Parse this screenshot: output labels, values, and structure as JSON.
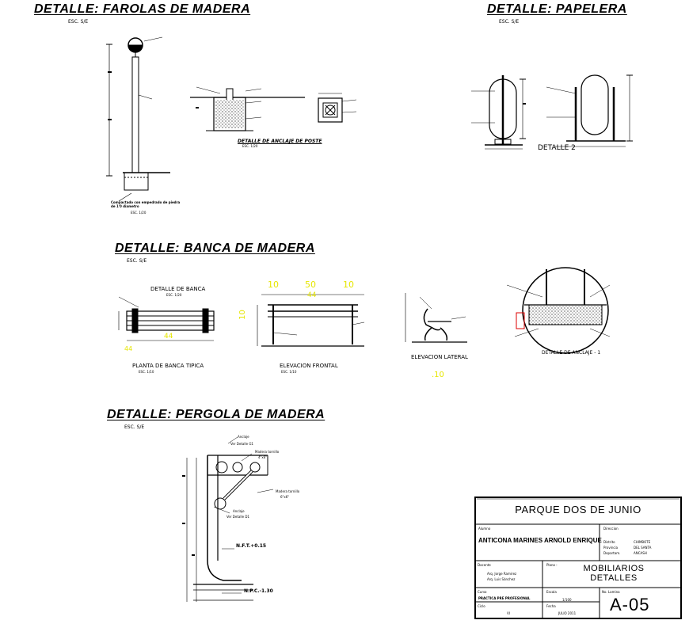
{
  "sections": {
    "farolas": {
      "title": "DETALLE: FAROLAS DE MADERA",
      "scale": "ESC. S/E"
    },
    "papelera": {
      "title": "DETALLE: PAPELERA",
      "scale": "ESC. S/E"
    },
    "banca": {
      "title": "DETALLE: BANCA DE MADERA",
      "scale": "ESC. S/E"
    },
    "pergola": {
      "title": "DETALLE: PERGOLA DE MADERA",
      "scale": "ESC. S/E"
    }
  },
  "farolas": {
    "anclaje_title": "DETALLE DE ANCLAJE DE POSTE",
    "anclaje_scale": "ESC. 1/20",
    "base_label": "Compactado con empedrado de piedra de 1'0 diametro",
    "base_scale": "ESC. 1/20"
  },
  "papelera": {
    "detalle2": "DETALLE 2"
  },
  "banca": {
    "detalle_banca": "DETALLE DE BANCA",
    "detalle_banca_scale": "ESC. 1/20",
    "planta": "PLANTA DE BANCA TIPICA",
    "planta_scale": "ESC. 1/10",
    "elevacion_frontal": "ELEVACION FRONTAL",
    "elevacion_frontal_scale": "ESC. 1/10",
    "elevacion_lateral": "ELEVACION LATERAL",
    "anclaje": "DETALLE DE ANCLAJE - 1",
    "dim_1": "10",
    "dim_2": "50",
    "dim_3": "10",
    "dim_4": "44",
    "dim_5": "44",
    "dim_6": "10",
    "dim_7": ".10",
    "dim_8": "44"
  },
  "pergola": {
    "anclaje_top": "Anclaje",
    "ver_g1": "Ver Detalle G1",
    "madera_tornillo_1": "Madera tornillo",
    "madera_dim_1": "4\"x6\"",
    "madera_tornillo_2": "Madera tornillo",
    "madera_dim_2": "6\"x6\"",
    "anclaje_mid": "Anclaje",
    "ver_d1": "Ver Detalle D1",
    "nft": "N.F.T.+0.15",
    "npc": "N.P.C.-1.30"
  },
  "title_block": {
    "project": "PARQUE DOS DE JUNIO",
    "owner_label": "Alumno",
    "owner": "ANTICONA MARINES ARNOLD ENRIQUE",
    "docente_label": "Docente",
    "docente_1": "Arq. Jorge Ramirez",
    "docente_2": "Arq. Luis Sánchez",
    "plano_label": "Plano :",
    "sheet_title_1": "MOBILIARIOS",
    "sheet_title_2": "DETALLES",
    "escala_label": "Escala",
    "escala": "1/100",
    "fecha_label": "Fecha",
    "fecha": "JULIO 2011",
    "curso_label": "Curso",
    "curso": "PRACTICA PRE PROFESIONAL",
    "ciclo_label": "Ciclo",
    "ciclo": "VI",
    "lamina_label": "No. Lamina",
    "sheet_code": "A-05",
    "direccion_label": "Direccion",
    "distrito_label": "Distrito",
    "distrito": "CHIMBOTE",
    "provincia_label": "Provincia",
    "provincia": "DEL SANTA",
    "departamento_label": "Departam.",
    "departamento": "ANCASH"
  },
  "colors": {
    "ink": "#000000",
    "dim_yellow": "#e6e600",
    "accent_red": "#dd0000"
  }
}
